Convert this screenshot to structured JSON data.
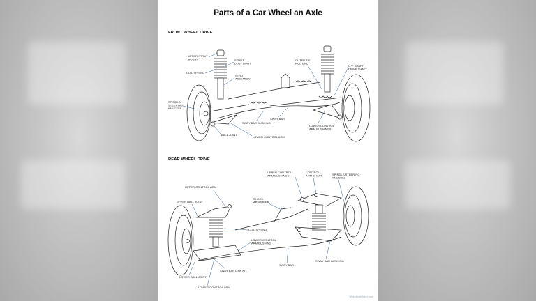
{
  "page": {
    "title": "Parts of a Car Wheel an Axle",
    "watermark": "WheelAxleGuide.com"
  },
  "front": {
    "heading": "FRONT WHEEL DRIVE",
    "labels": {
      "upper_strut_mount": [
        "UPPER STRUT",
        "MOUNT"
      ],
      "strut_dust_boot": [
        "STRUT",
        "DUST BOOT"
      ],
      "coil_spring": [
        "COIL SPRING"
      ],
      "strut_assembly": [
        "STRUT",
        "ASSEMBLY"
      ],
      "outer_tie_rod_end": [
        "OUTER TIE",
        "ROD END"
      ],
      "cv_shaft": [
        "C.V. SHAFT/",
        "DRIVE SHAFT"
      ],
      "spindle_knuckle": [
        "SPINDLE/",
        "STEERING",
        "KNUCKLE"
      ],
      "sway_bar": [
        "SWAY BAR"
      ],
      "sway_bar_bushing": [
        "SWAY BAR BUSHING"
      ],
      "lower_control_arm_bushings": [
        "LOWER CONTROL",
        "ARM BUSHINGS"
      ],
      "ball_joint": [
        "BALL JOINT"
      ],
      "lower_control_arm": [
        "LOWER CONTROL ARM"
      ]
    }
  },
  "rear": {
    "heading": "REAR WHEEL DRIVE",
    "labels": {
      "upper_control_arm_bushings": [
        "UPPER CONTROL",
        "ARM BUSHINGS"
      ],
      "control_arm_shaft": [
        "CONTROL",
        "ARM SHAFT"
      ],
      "spindle_knuckle": [
        "SPINDLE/STEERING",
        "KNUCKLE"
      ],
      "upper_control_arm": [
        "UPPER CONTROL ARM"
      ],
      "upper_ball_joint": [
        "UPPER BALL JOINT"
      ],
      "shock_absorber": [
        "SHOCK",
        "ABSORBER"
      ],
      "coil_spring": [
        "COIL SPRING"
      ],
      "lower_control_arm_bushing": [
        "LOWER CONTROL",
        "ARM BUSHING"
      ],
      "sway_bar": [
        "SWAY BAR"
      ],
      "sway_bar_bushing": [
        "SWAY BAR BUSHING"
      ],
      "sway_bar_link_kit": [
        "SWAY BAR LINK KIT"
      ],
      "lower_ball_joint": [
        "LOWER BALL JOINT"
      ],
      "lower_control_arm": [
        "LOWER CONTROL ARM"
      ]
    }
  }
}
